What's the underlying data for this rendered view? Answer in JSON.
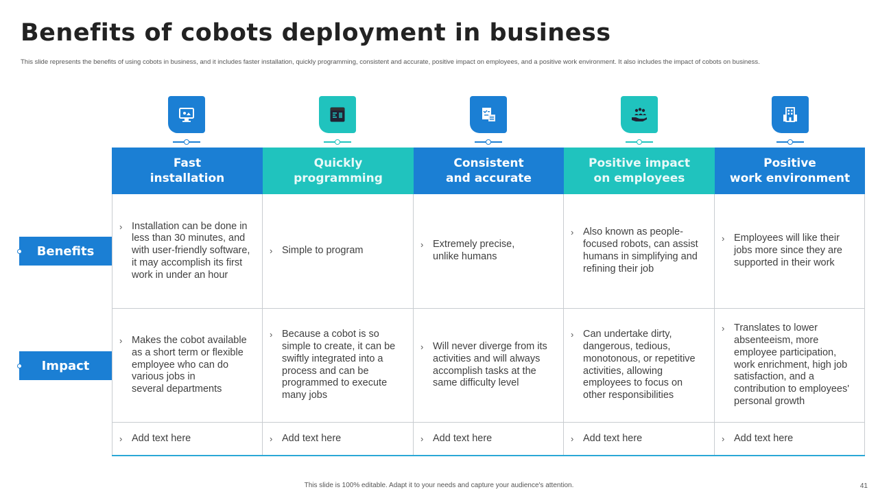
{
  "title": "Benefits of cobots deployment in business",
  "subtitle": "This slide represents the benefits of using cobots in business, and it includes faster installation, quickly programming,  consistent and accurate, positive impact on employees, and a positive  work environment. It also includes the impact of cobots on business.",
  "colors": {
    "blue": "#1b7fd4",
    "teal": "#20c3be"
  },
  "columns": [
    {
      "header": "Fast\ninstallation",
      "icon": "computer-monitor-icon",
      "color": "blue"
    },
    {
      "header": "Quickly\nprogramming",
      "icon": "code-window-icon",
      "color": "teal"
    },
    {
      "header": "Consistent\nand accurate",
      "icon": "checklist-icon",
      "color": "blue"
    },
    {
      "header": "Positive impact\non employees",
      "icon": "hand-people-icon",
      "color": "teal"
    },
    {
      "header": "Positive\nwork environment",
      "icon": "office-building-icon",
      "color": "blue"
    }
  ],
  "rows": [
    {
      "label": "Benefits",
      "cells": [
        "Installation can be done in\nless than 30 minutes, and\nwith user-friendly software,\nit may accomplish its first\nwork in under an hour",
        "Simple to program",
        "Extremely precise,\nunlike humans",
        "Also known as people-\nfocused robots, can assist\nhumans in simplifying and\nrefining their job",
        "Employees will like their\njobs more since they are\nsupported in their work"
      ]
    },
    {
      "label": "Impact",
      "cells": [
        "Makes the cobot available\nas a  short term or flexible\nemployee who can do\nvarious jobs in\nseveral departments",
        "Because a cobot is so\nsimple to create, it can be\nswiftly integrated into a\nprocess and can be\nprogrammed to execute\nmany jobs",
        "Will never diverge from its\nactivities and will always\naccomplish tasks at the\nsame difficulty level",
        "Can undertake dirty,\ndangerous, tedious,\nmonotonous, or repetitive\nactivities, allowing\nemployees to focus on\nother responsibilities",
        "Translates to lower\nabsenteeism, more\nemployee participation,\nwork enrichment, high job\nsatisfaction, and a\ncontribution to employees'\npersonal growth"
      ]
    },
    {
      "label": "",
      "cells": [
        "Add text here",
        "Add text here",
        "Add text here",
        "Add text here",
        "Add text here"
      ]
    }
  ],
  "footer": "This slide is 100% editable.  Adapt it to your needs and capture your audience's attention.",
  "page_number": "41"
}
